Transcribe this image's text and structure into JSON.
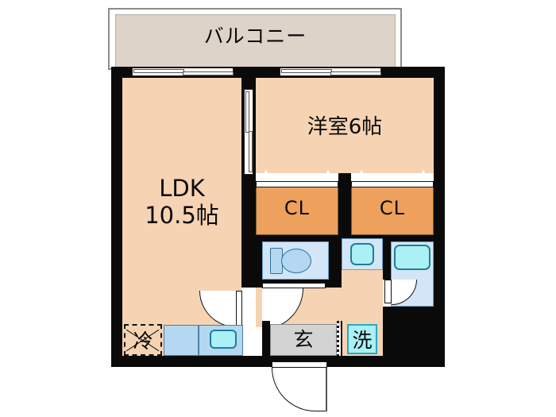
{
  "plan": {
    "type": "japanese-floor-plan",
    "layout_code": "1LDK",
    "rooms": [
      {
        "key": "balcony",
        "label": "バルコニー",
        "kind": "balcony",
        "fill": "#ded3c9"
      },
      {
        "key": "ldk",
        "label": "LDK",
        "size": "10.5帖",
        "kind": "living-dining-kitchen",
        "fill": "#f5d3b3"
      },
      {
        "key": "bedroom",
        "label": "洋室6帖",
        "kind": "western-room",
        "fill": "#f5d3b3"
      },
      {
        "key": "closet_left",
        "label": "CL",
        "kind": "closet",
        "fill": "#eda15c"
      },
      {
        "key": "closet_right",
        "label": "CL",
        "kind": "closet",
        "fill": "#eda15c"
      },
      {
        "key": "genkan",
        "label": "玄",
        "kind": "entrance",
        "fill": "#d3d3d3"
      },
      {
        "key": "washer",
        "label": "洗",
        "kind": "laundry",
        "fill": "#aaf0f5"
      },
      {
        "key": "fridge",
        "label": "冷",
        "kind": "refrigerator-space",
        "fill": "#f5d3b3"
      }
    ],
    "fixtures": [
      {
        "key": "toilet",
        "name": "toilet-fixture"
      },
      {
        "key": "vanity",
        "name": "washbasin-fixture"
      },
      {
        "key": "bathtub",
        "name": "bathtub-fixture"
      },
      {
        "key": "kitchen_sink",
        "name": "kitchen-sink-fixture"
      },
      {
        "key": "kitchen_counter",
        "name": "kitchen-counter-fixture"
      }
    ],
    "colors": {
      "wall": "#0a0a0a",
      "room_floor": "#f5d3b3",
      "balcony_floor": "#ded3c9",
      "closet": "#eda15c",
      "genkan": "#d3d3d3",
      "fixture_light": "#d3e6f7",
      "fixture_mid": "#b4d8f2",
      "fixture_cyan": "#aaf0f5",
      "background": "#ffffff"
    }
  },
  "labels": {
    "balcony": "バルコニー",
    "ldk_name": "LDK",
    "ldk_size": "10.5帖",
    "bedroom": "洋室6帖",
    "closet_left": "CL",
    "closet_right": "CL",
    "genkan": "玄",
    "washer": "洗",
    "fridge": "冷"
  }
}
